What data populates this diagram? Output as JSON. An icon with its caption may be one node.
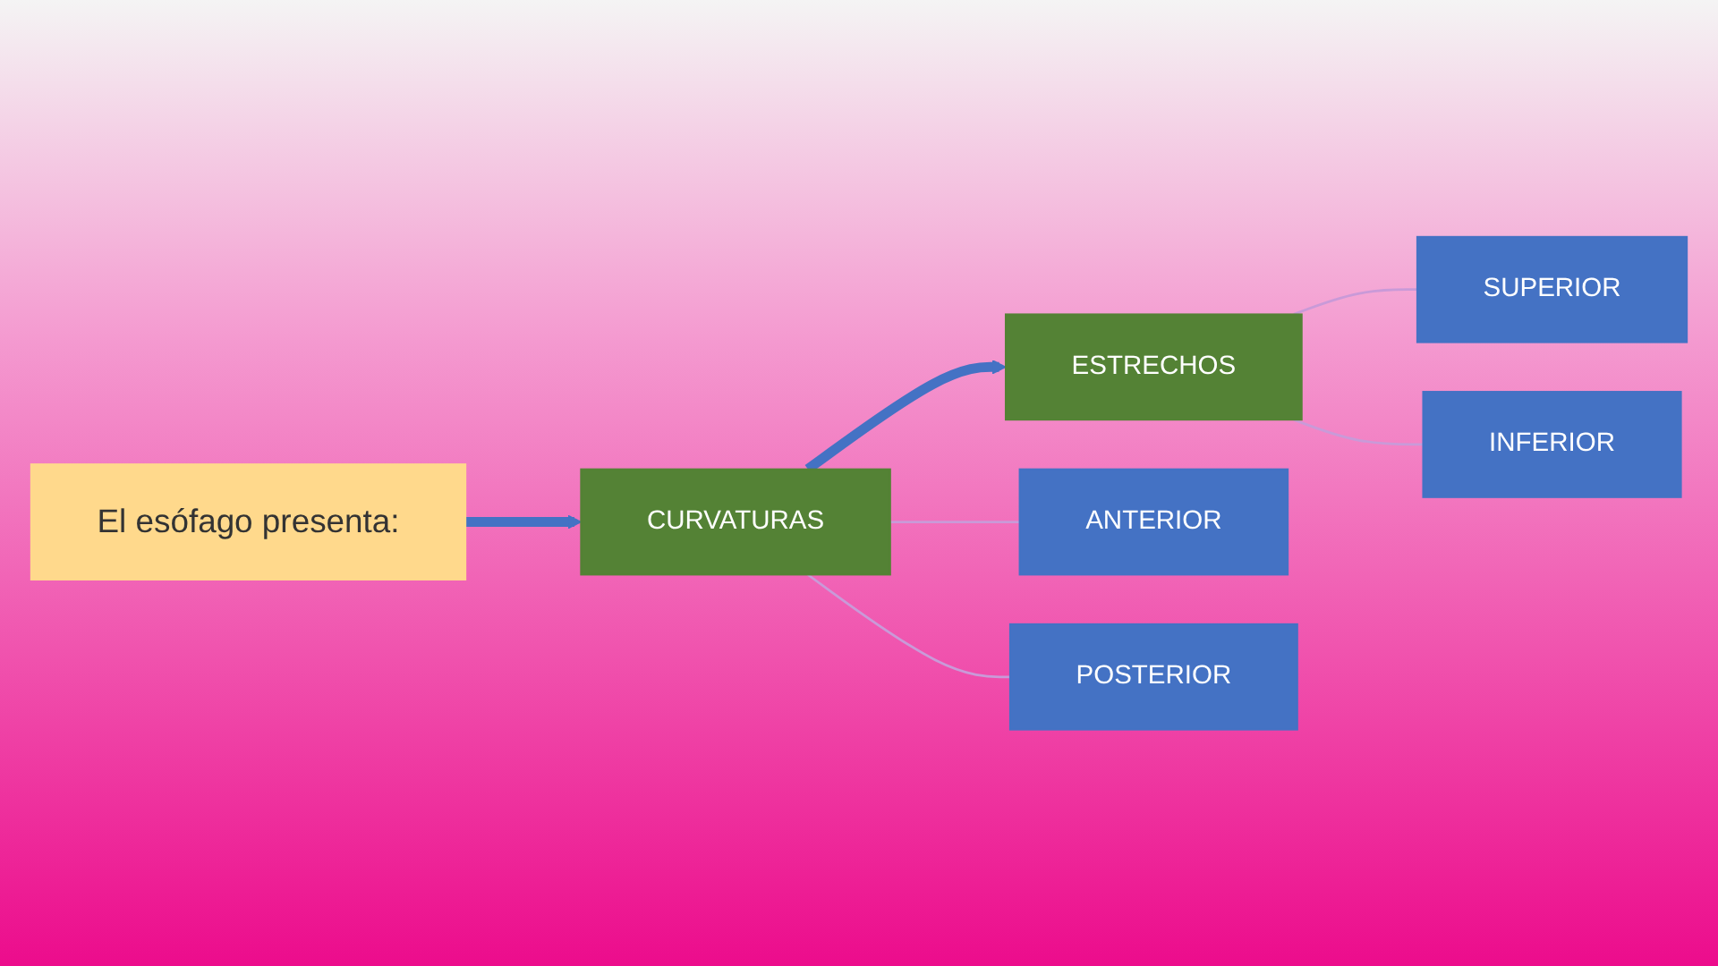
{
  "diagram": {
    "nodes": [
      {
        "text": [
          "El esófago presenta:"
        ]
      },
      {
        "text": [
          "CURVATURAS"
        ]
      },
      {
        "text": [
          "ESTRECHOS"
        ]
      },
      {
        "text": [
          "ANTERIOR"
        ]
      },
      {
        "text": [
          "POSTERIOR"
        ]
      },
      {
        "text": [
          "SUPERIOR"
        ]
      },
      {
        "text": [
          "INFERIOR"
        ]
      }
    ],
    "edges": [
      {
        "from": 0,
        "to": 1,
        "arrow": "to",
        "style": "thick",
        "color": "#4472c4"
      },
      {
        "from": 1,
        "to": 2,
        "arrow": "to",
        "style": "thick",
        "color": "#4472c4"
      },
      {
        "from": 1,
        "to": 3,
        "arrow": "none"
      },
      {
        "from": 1,
        "to": 4,
        "arrow": "none"
      },
      {
        "from": 2,
        "to": 5,
        "arrow": "none"
      },
      {
        "from": 2,
        "to": 6,
        "arrow": "none"
      }
    ]
  }
}
